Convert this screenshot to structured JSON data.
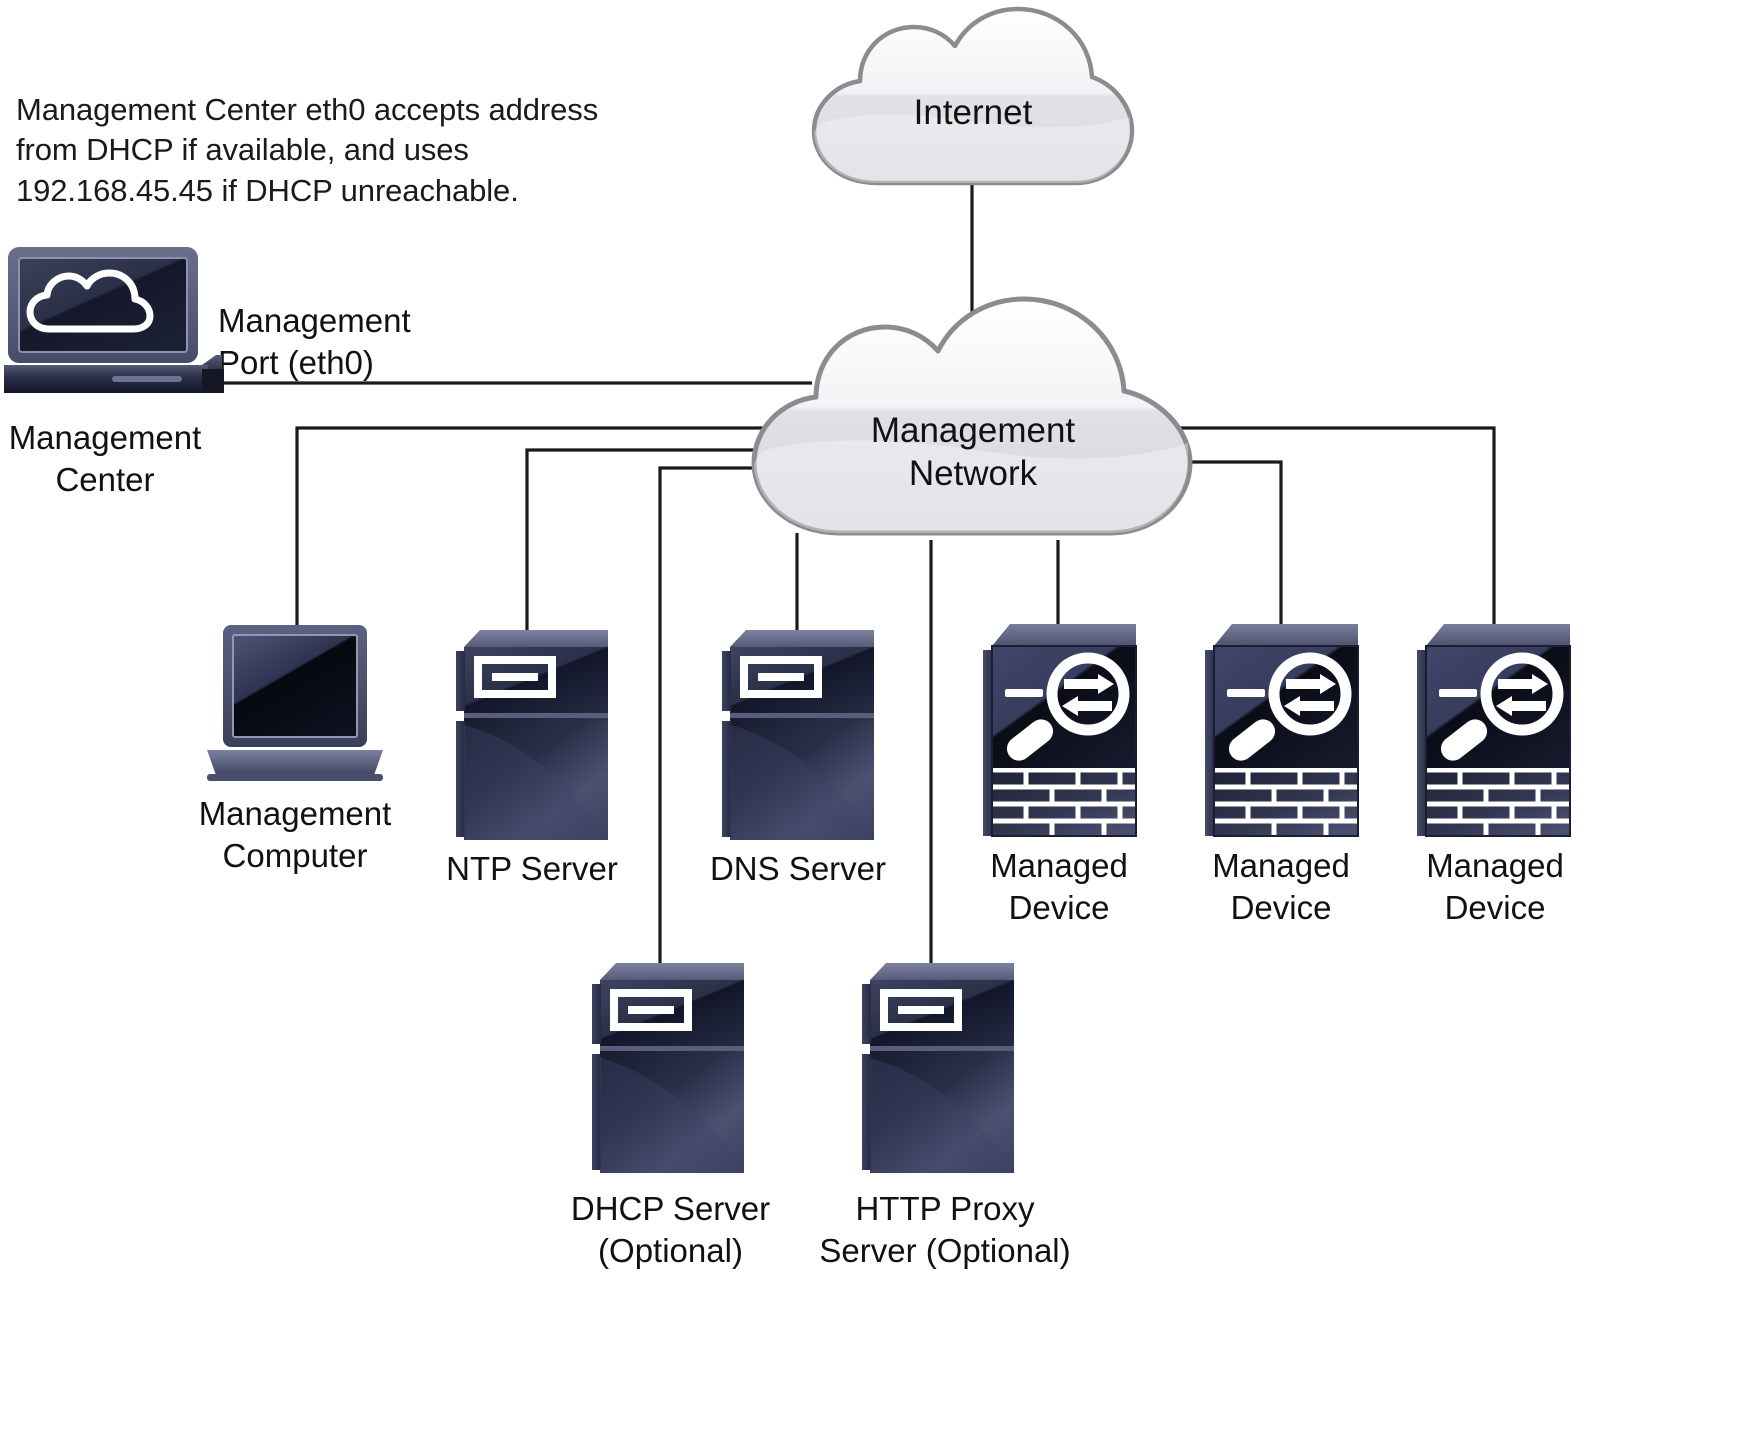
{
  "diagram": {
    "title": "Management Center Deployment Network Diagram",
    "annotation": "Management Center eth0 accepts address\nfrom DHCP if available, and uses\n192.168.45.45 if DHCP unreachable.",
    "port_label": "Management\nPort (eth0)"
  },
  "clouds": [
    {
      "id": "internet",
      "label": "Internet",
      "icon": "cloud-icon"
    },
    {
      "id": "management-network",
      "label": "Management\nNetwork",
      "icon": "cloud-icon"
    }
  ],
  "nodes": [
    {
      "id": "management-center",
      "label": "Management\nCenter",
      "icon": "management-center-appliance-icon"
    },
    {
      "id": "management-computer",
      "label": "Management\nComputer",
      "icon": "laptop-icon"
    },
    {
      "id": "ntp-server",
      "label": "NTP Server",
      "icon": "server-icon"
    },
    {
      "id": "dns-server",
      "label": "DNS Server",
      "icon": "server-icon"
    },
    {
      "id": "managed-device-1",
      "label": "Managed\nDevice",
      "icon": "firewall-icon"
    },
    {
      "id": "managed-device-2",
      "label": "Managed\nDevice",
      "icon": "firewall-icon"
    },
    {
      "id": "managed-device-3",
      "label": "Managed\nDevice",
      "icon": "firewall-icon"
    },
    {
      "id": "dhcp-server",
      "label": "DHCP Server\n(Optional)",
      "icon": "server-icon"
    },
    {
      "id": "http-proxy-server",
      "label": "HTTP Proxy\nServer (Optional)",
      "icon": "server-icon"
    }
  ],
  "colors": {
    "line": "#1a1a1a",
    "cloud_fill_top": "#fdfdfd",
    "cloud_fill_bottom": "#dcdde1",
    "cloud_stroke": "#8b8b90",
    "device_dark": "#23243a",
    "device_mid": "#3b3f58",
    "device_light": "#6e7490",
    "text": "#111111",
    "background": "#ffffff"
  }
}
